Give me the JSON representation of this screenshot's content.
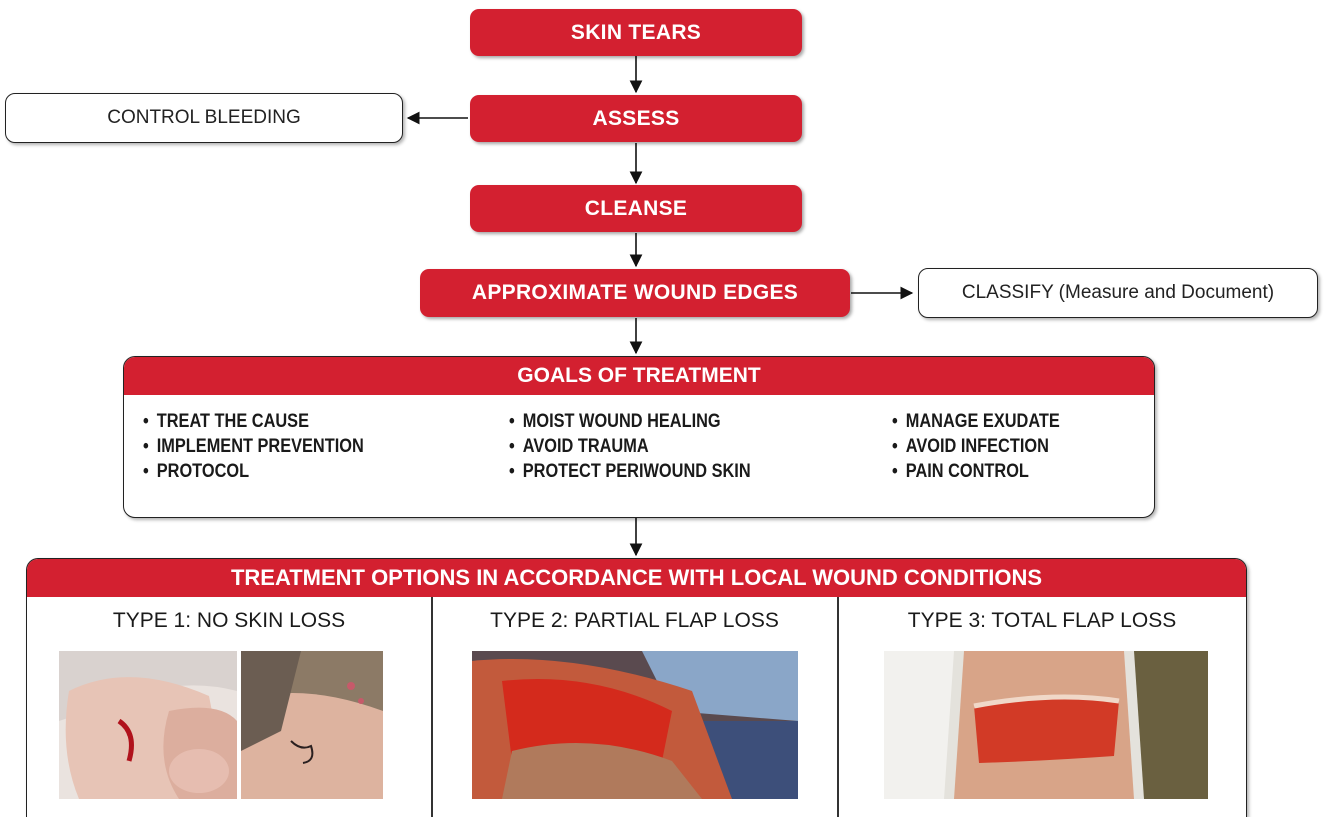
{
  "flow": {
    "skin_tears": "SKIN TEARS",
    "assess": "ASSESS",
    "control_bleeding": "CONTROL BLEEDING",
    "cleanse": "CLEANSE",
    "approximate": "APPROXIMATE WOUND EDGES",
    "classify": "CLASSIFY (Measure and Document)"
  },
  "goals": {
    "title": "GOALS OF TREATMENT",
    "col1": [
      "TREAT THE CAUSE",
      "IMPLEMENT PREVENTION",
      "PROTOCOL"
    ],
    "col2": [
      "MOIST WOUND HEALING",
      "AVOID TRAUMA",
      "PROTECT PERIWOUND SKIN"
    ],
    "col3": [
      "MANAGE EXUDATE",
      "AVOID INFECTION",
      "PAIN CONTROL"
    ]
  },
  "treatment": {
    "title": "TREATMENT OPTIONS IN ACCORDANCE WITH LOCAL WOUND CONDITIONS",
    "type1": "TYPE 1: NO SKIN LOSS",
    "type2": "TYPE 2: PARTIAL FLAP LOSS",
    "type3": "TYPE 3: TOTAL FLAP LOSS"
  },
  "colors": {
    "accent": "#d32030",
    "border": "#222222"
  }
}
